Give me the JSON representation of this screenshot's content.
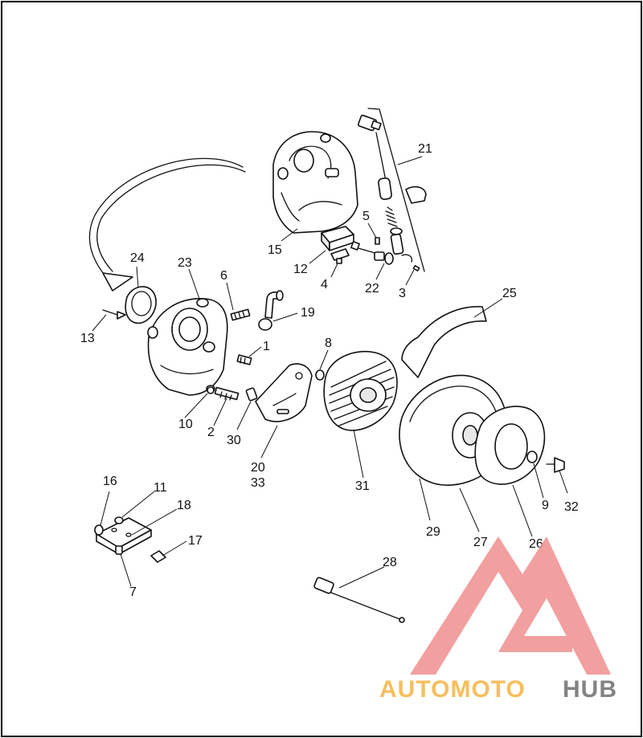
{
  "callouts": {
    "c1": "1",
    "c2": "2",
    "c3": "3",
    "c4": "4",
    "c5": "5",
    "c6": "6",
    "c7": "7",
    "c8": "8",
    "c9": "9",
    "c10": "10",
    "c11": "11",
    "c12": "12",
    "c13": "13",
    "c15": "15",
    "c16": "16",
    "c17": "17",
    "c18": "18",
    "c19": "19",
    "c20_33": [
      "20",
      "33"
    ],
    "c21": "21",
    "c22": "22",
    "c23": "23",
    "c24": "24",
    "c25": "25",
    "c26": "26",
    "c27": "27",
    "c28": "28",
    "c29": "29",
    "c30": "30",
    "c31": "31",
    "c32": "32"
  },
  "watermark": {
    "brand_part1": "AUTOMOTO",
    "brand_part2": "HUB",
    "colors": {
      "logo": "#f08f8f",
      "text_orange": "#f5b342",
      "text_gray": "#6e6e6e"
    }
  }
}
